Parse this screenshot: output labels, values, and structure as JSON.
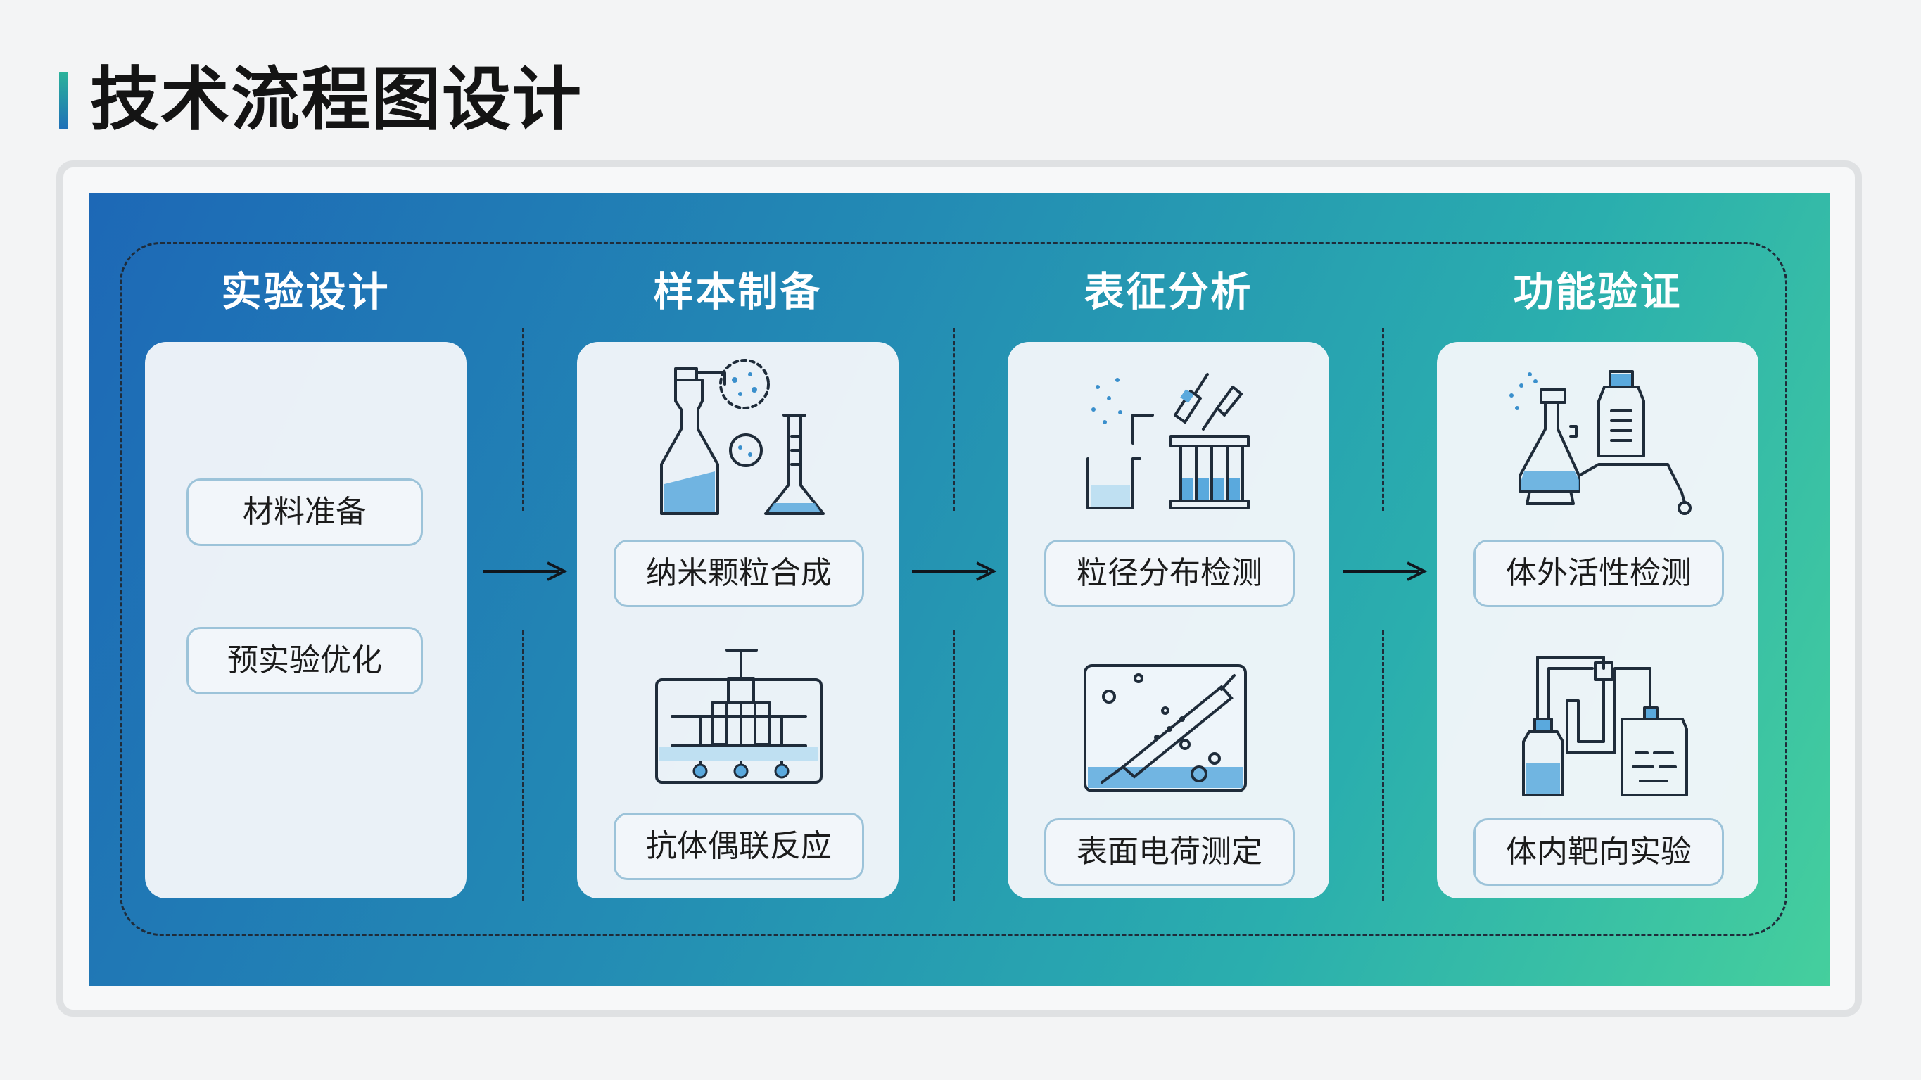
{
  "title": "技术流程图设计",
  "colors": {
    "accent_teal": "#2bb39a",
    "accent_blue": "#1e6fb8",
    "panel_gradient": [
      "#1d68b6",
      "#238bb4",
      "#2aaeae",
      "#45cf9d"
    ],
    "illustration_fill": "#5aa9dd",
    "line": "#1f2c3a"
  },
  "stages": [
    {
      "heading": "实验设计",
      "items": [
        "材料准备",
        "预实验优化"
      ]
    },
    {
      "heading": "样本制备",
      "items": [
        "纳米颗粒合成",
        "抗体偶联反应"
      ],
      "icons": [
        "lab-glassware-icon",
        "reactor-apparatus-icon"
      ]
    },
    {
      "heading": "表征分析",
      "items": [
        "粒径分布检测",
        "表面电荷测定"
      ],
      "icons": [
        "pipette-test-tubes-icon",
        "electrode-probe-icon"
      ]
    },
    {
      "heading": "功能验证",
      "items": [
        "体外活性检测",
        "体内靶向实验"
      ],
      "icons": [
        "flask-dispenser-icon",
        "connected-bottles-icon"
      ]
    }
  ]
}
